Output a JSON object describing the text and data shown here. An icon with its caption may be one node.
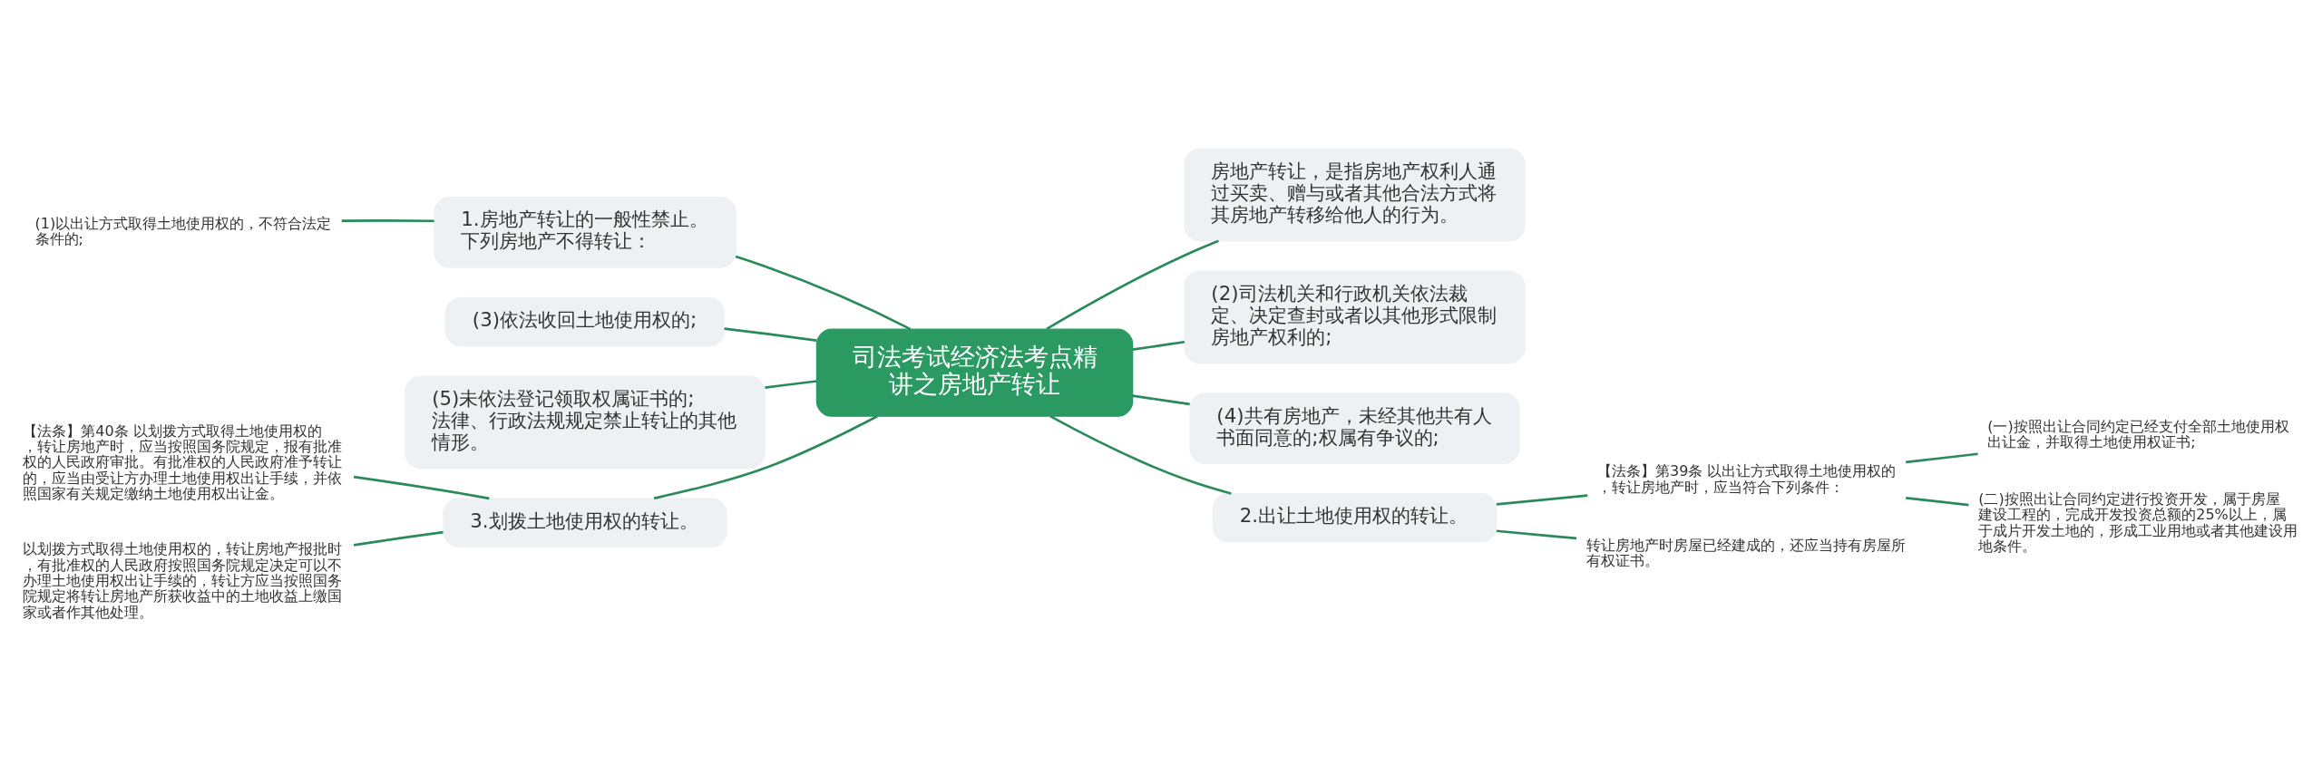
{
  "diagram": {
    "nodes": [
      {
        "text": [
          "司法考试经济法考点精讲之房地产转让"
        ]
      },
      {
        "text": [
          "1.房地产转让的一般性禁止。下列房地产不得转让："
        ]
      },
      {
        "text": [
          "(1)以出让方式取得土地使用权的，不符合法定条件的;"
        ]
      },
      {
        "text": [
          "(3)依法收回土地使用权的;"
        ]
      },
      {
        "text": [
          "(5)未依法登记领取权属证书的;法律、行政法规规定禁止转让的其他情形。"
        ]
      },
      {
        "text": [
          "3.划拨土地使用权的转让。"
        ]
      },
      {
        "text": [
          "【法条】第40条 以划拨方式取得土地使用权的，转让房地产时，应当按照国务院规定，报有批准权的人民政府审批。有批准权的人民政府准予转让的，应当由受让方办理土地使用权出让手续，并依照国家有关规定缴纳土地使用权出让金。"
        ]
      },
      {
        "text": [
          "以划拨方式取得土地使用权的，转让房地产报批时，有批准权的人民政府按照国务院规定决定可以不办理土地使用权出让手续的，转让方应当按照国务院规定将转让房地产所获收益中的土地收益上缴国家或者作其他处理。"
        ]
      },
      {
        "text": [
          "房地产转让，是指房地产权利人通过买卖、赠与或者其他合法方式将其房地产转移给他人的行为。"
        ]
      },
      {
        "text": [
          "(2)司法机关和行政机关依法裁定、决定查封或者以其他形式限制房地产权利的;"
        ]
      },
      {
        "text": [
          "(4)共有房地产，未经其他共有人书面同意的;权属有争议的;"
        ]
      },
      {
        "text": [
          "2.出让土地使用权的转让。"
        ]
      },
      {
        "text": [
          "【法条】第39条 以出让方式取得土地使用权的，转让房地产时，应当符合下列条件："
        ]
      },
      {
        "text": [
          "(一)按照出让合同约定已经支付全部土地使用权出让金，并取得土地使用权证书;"
        ]
      },
      {
        "text": [
          "(二)按照出让合同约定进行投资开发，属于房屋建设工程的，完成开发投资总额的25%以上，属于成片开发土地的，形成工业用地或者其他建设用地条件。"
        ]
      },
      {
        "text": [
          "转让房地产时房屋已经建成的，还应当持有房屋所有权证书。"
        ]
      }
    ],
    "edges": [
      {
        "from": 0,
        "to": 1,
        "arrow": "none"
      },
      {
        "from": 1,
        "to": 2,
        "arrow": "none"
      },
      {
        "from": 0,
        "to": 3,
        "arrow": "none"
      },
      {
        "from": 0,
        "to": 4,
        "arrow": "none"
      },
      {
        "from": 0,
        "to": 5,
        "arrow": "none"
      },
      {
        "from": 5,
        "to": 6,
        "arrow": "none"
      },
      {
        "from": 5,
        "to": 7,
        "arrow": "none"
      },
      {
        "from": 0,
        "to": 8,
        "arrow": "none"
      },
      {
        "from": 0,
        "to": 9,
        "arrow": "none"
      },
      {
        "from": 0,
        "to": 10,
        "arrow": "none"
      },
      {
        "from": 0,
        "to": 11,
        "arrow": "none"
      },
      {
        "from": 11,
        "to": 12,
        "arrow": "none"
      },
      {
        "from": 12,
        "to": 13,
        "arrow": "none"
      },
      {
        "from": 12,
        "to": 14,
        "arrow": "none"
      },
      {
        "from": 11,
        "to": 15,
        "arrow": "none"
      }
    ]
  }
}
